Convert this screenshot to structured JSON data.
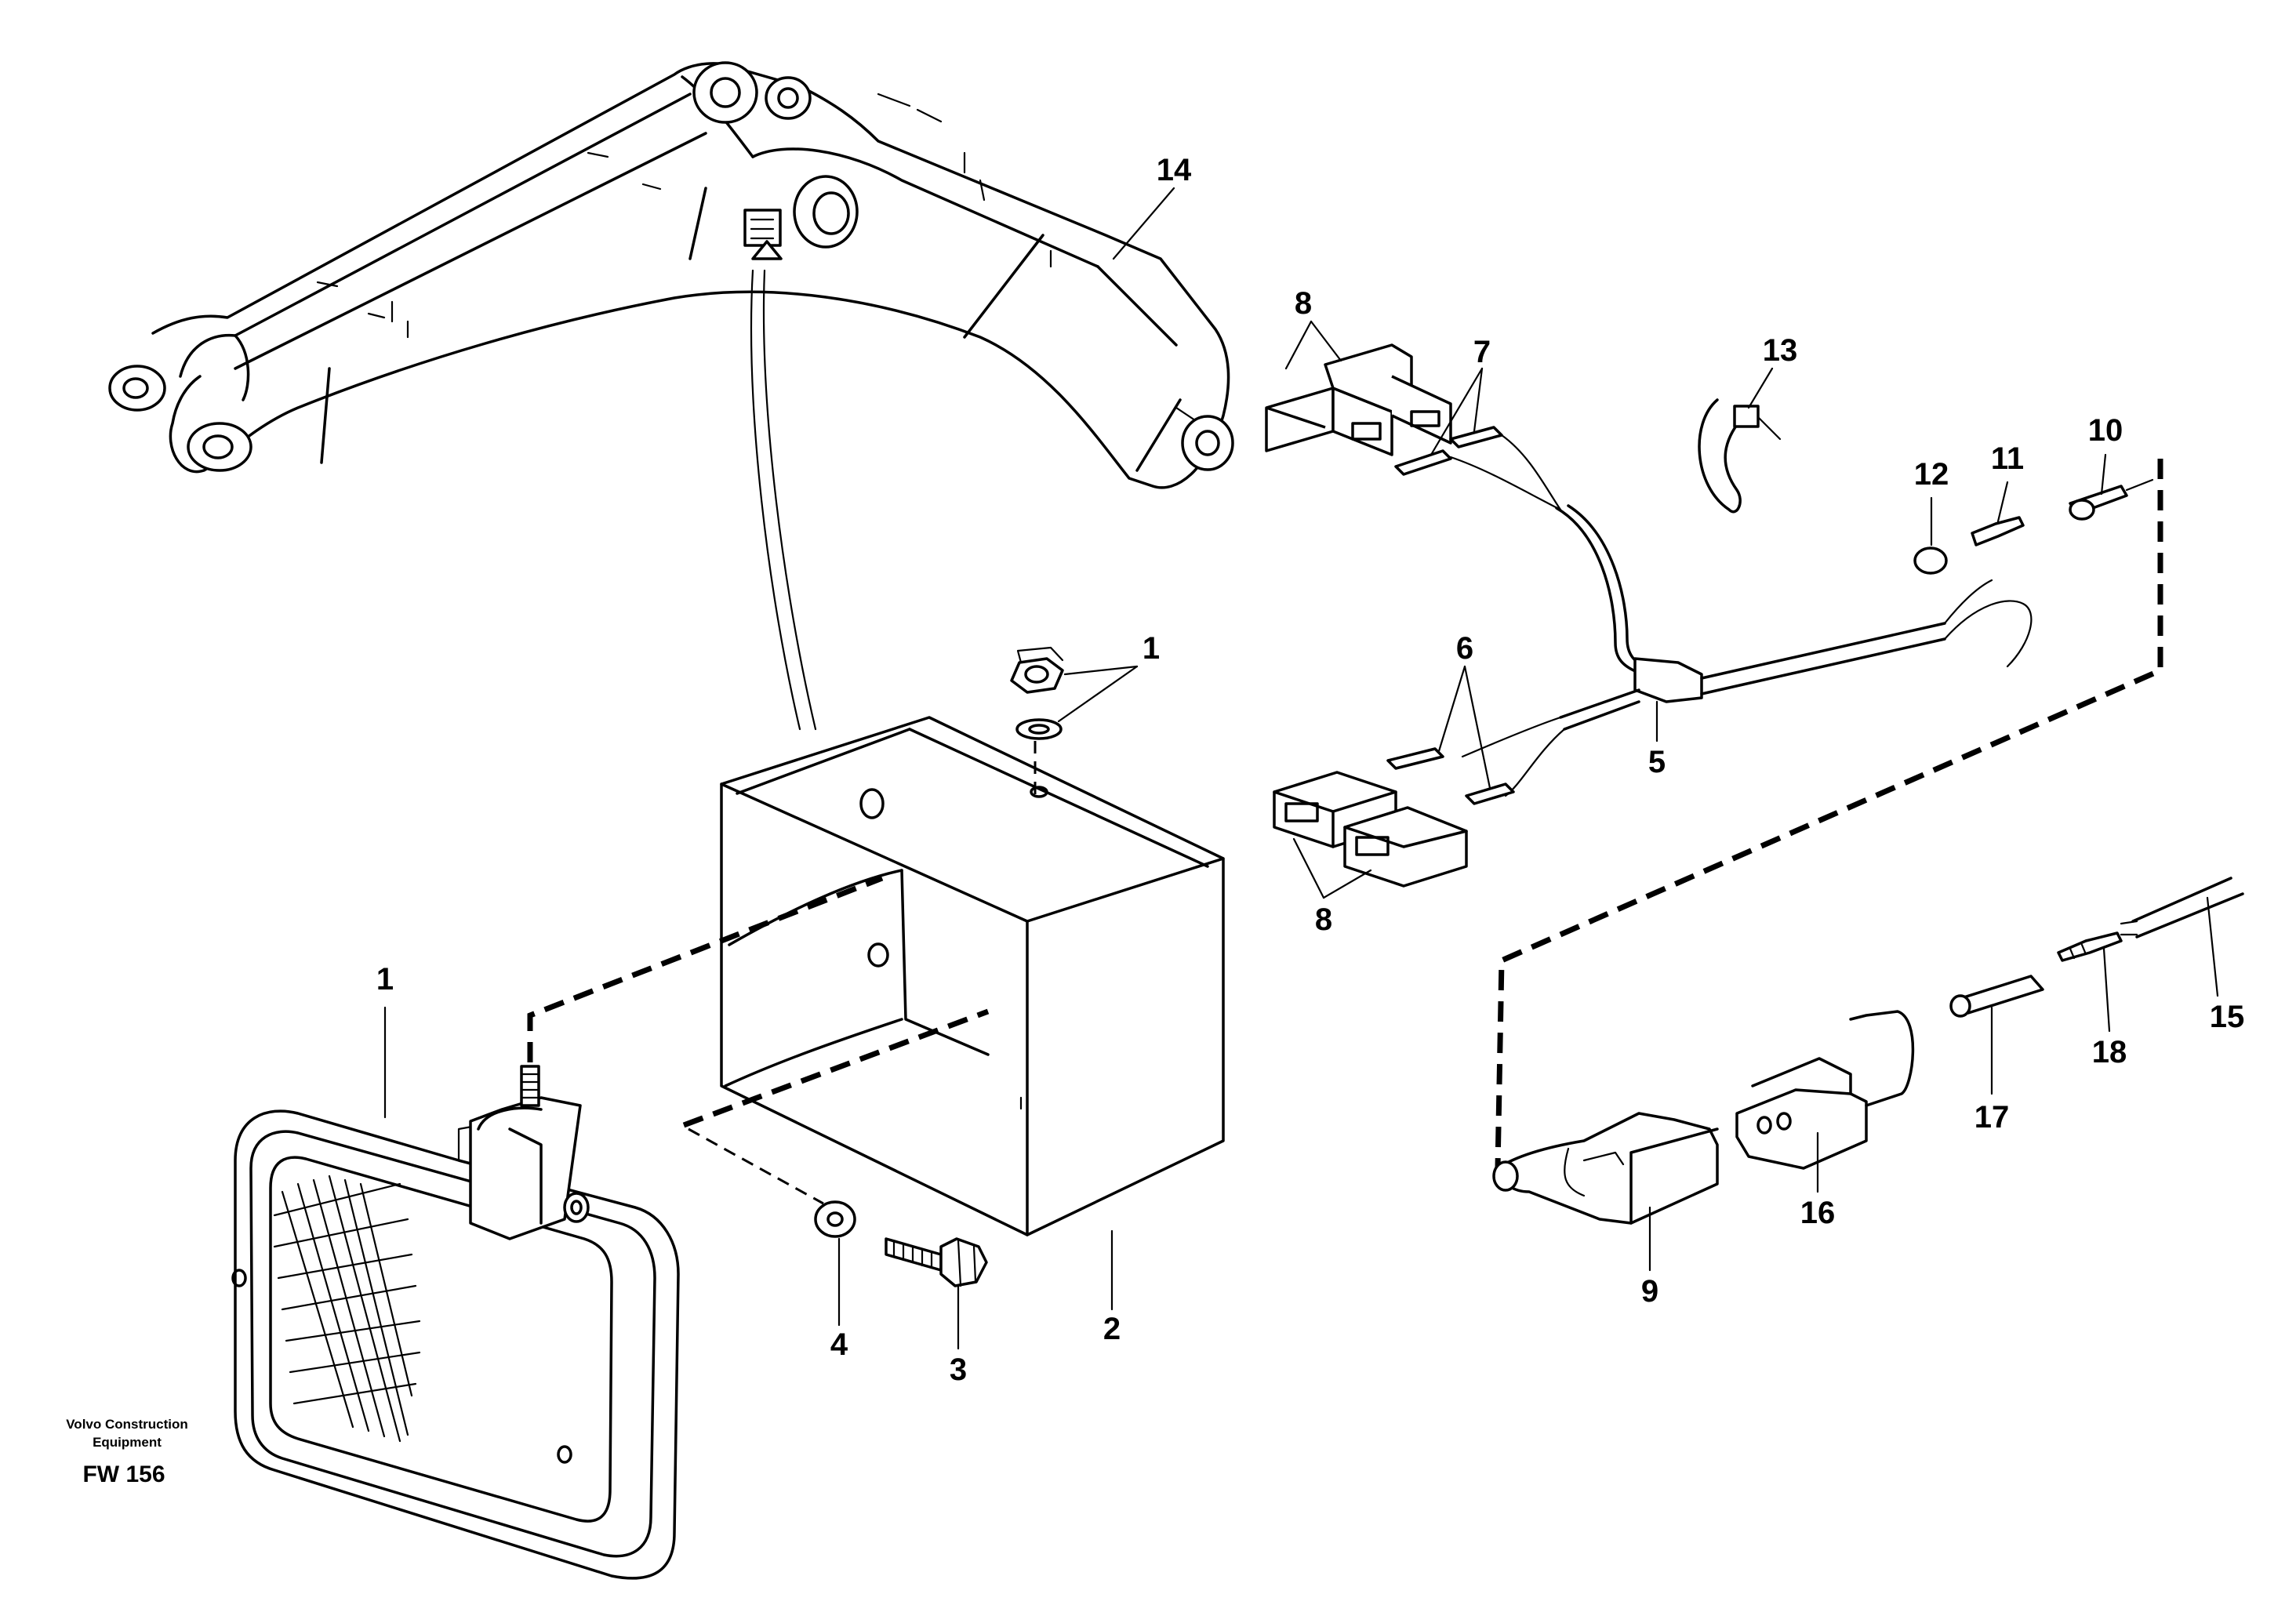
{
  "callouts": [
    "1",
    "1",
    "2",
    "3",
    "4",
    "5",
    "6",
    "7",
    "8",
    "8",
    "9",
    "10",
    "11",
    "12",
    "13",
    "14",
    "15",
    "16",
    "17",
    "18"
  ],
  "footer": {
    "brand_line1": "Volvo Construction",
    "brand_line2": "Equipment",
    "figure_code": "FW 156"
  }
}
